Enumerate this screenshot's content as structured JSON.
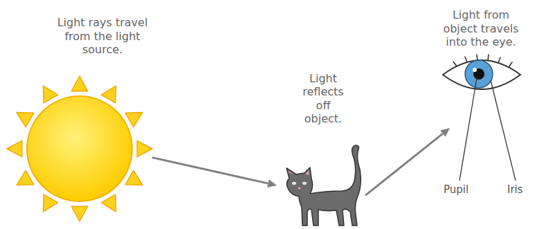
{
  "diagram": {
    "nodes": [
      {
        "text": [
          "Light rays travel from the light source."
        ]
      },
      {
        "text": [
          "Light reflects off object."
        ]
      },
      {
        "text": [
          "Light from object travels into the eye."
        ]
      }
    ],
    "edges": [
      {
        "from": 0,
        "to": 1,
        "arrow": "to"
      },
      {
        "from": 1,
        "to": 2,
        "arrow": "to"
      }
    ],
    "labels": [
      "Pupil",
      "Iris"
    ]
  }
}
